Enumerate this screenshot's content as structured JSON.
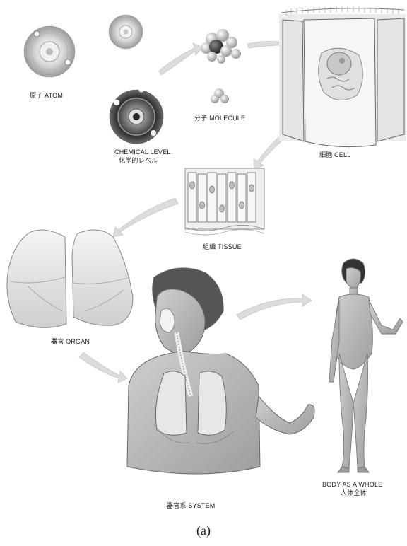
{
  "levels": [
    {
      "id": "atom",
      "label": "原子 ATOM"
    },
    {
      "id": "molecule",
      "label": "分子 MOLECULE"
    },
    {
      "id": "chemical",
      "label_en": "CHEMICAL LEVEL",
      "label_ja": "化学的レベル"
    },
    {
      "id": "cell",
      "label": "細胞 CELL"
    },
    {
      "id": "tissue",
      "label": "組織 TISSUE"
    },
    {
      "id": "organ",
      "label": "器官 ORGAN"
    },
    {
      "id": "system",
      "label": "器官系 SYSTEM"
    },
    {
      "id": "body",
      "label_en": "BODY AS A WHOLE",
      "label_ja": "人体全体"
    }
  ],
  "caption": "(a)",
  "colors": {
    "arrow": "#d9d9d9",
    "line": "#555555",
    "skin": "#bdbdbd",
    "organ": "#e6e6e6"
  }
}
